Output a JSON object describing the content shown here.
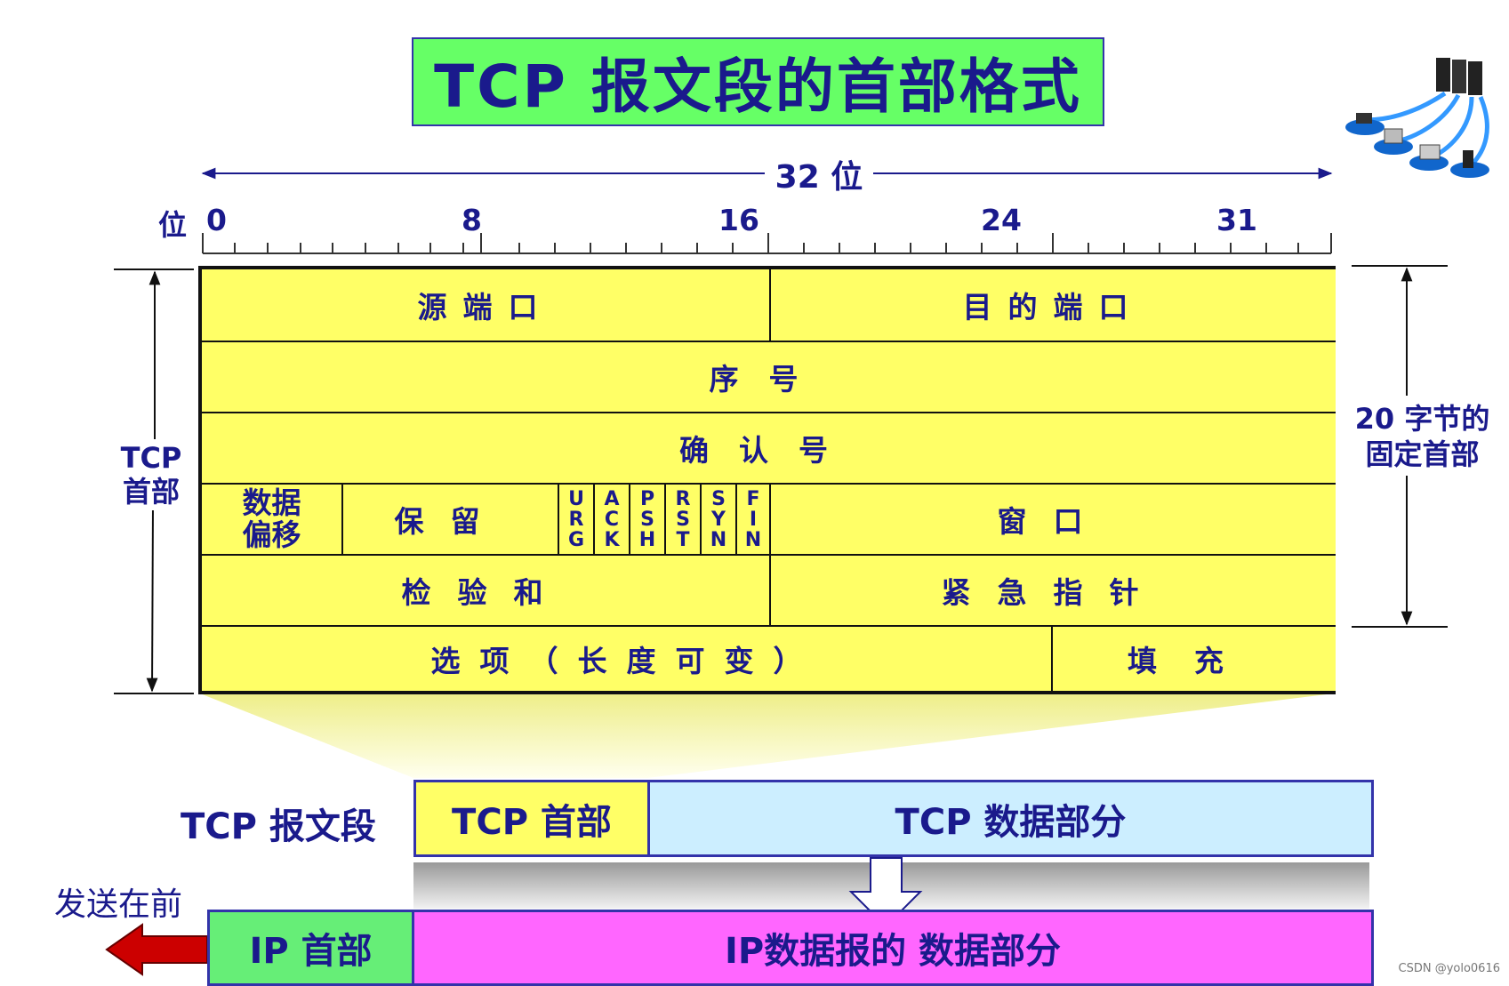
{
  "title": "TCP 报文段的首部格式",
  "bit_width_label": "32 位",
  "bit_axis": {
    "unit_label": "位",
    "ticks": [
      "0",
      "8",
      "16",
      "24",
      "31"
    ]
  },
  "header_fields": {
    "src_port": "源端口",
    "dst_port": "目的端口",
    "seq": "序号",
    "ack": "确认号",
    "data_offset_line1": "数据",
    "data_offset_line2": "偏移",
    "reserved": "保留",
    "flags": [
      {
        "name": "urg",
        "letters": [
          "U",
          "R",
          "G"
        ]
      },
      {
        "name": "ack",
        "letters": [
          "A",
          "C",
          "K"
        ]
      },
      {
        "name": "psh",
        "letters": [
          "P",
          "S",
          "H"
        ]
      },
      {
        "name": "rst",
        "letters": [
          "R",
          "S",
          "T"
        ]
      },
      {
        "name": "syn",
        "letters": [
          "S",
          "Y",
          "N"
        ]
      },
      {
        "name": "fin",
        "letters": [
          "F",
          "I",
          "N"
        ]
      }
    ],
    "window": "窗口",
    "checksum": "检验和",
    "urgent_pointer": "紧急指针",
    "options": "选项（长度可变）",
    "padding": "填充"
  },
  "left_label": {
    "line1": "TCP",
    "line2": "首部"
  },
  "right_label": {
    "line1": "20 字节的",
    "line2": "固定首部"
  },
  "segment": {
    "label": "TCP 报文段",
    "header": "TCP 首部",
    "data": "TCP 数据部分"
  },
  "ip": {
    "send_first": "发送在前",
    "header": "IP 首部",
    "data": "IP数据报的 数据部分"
  },
  "watermark": "CSDN @yolo0616",
  "colors": {
    "field_fill": "#ffff66",
    "title_fill": "#66ff66",
    "tcp_data_fill": "#cceeff",
    "ip_header_fill": "#66ee77",
    "ip_data_fill": "#ff66ff",
    "text": "#1a1a8c",
    "arrow_red": "#cc0000"
  }
}
